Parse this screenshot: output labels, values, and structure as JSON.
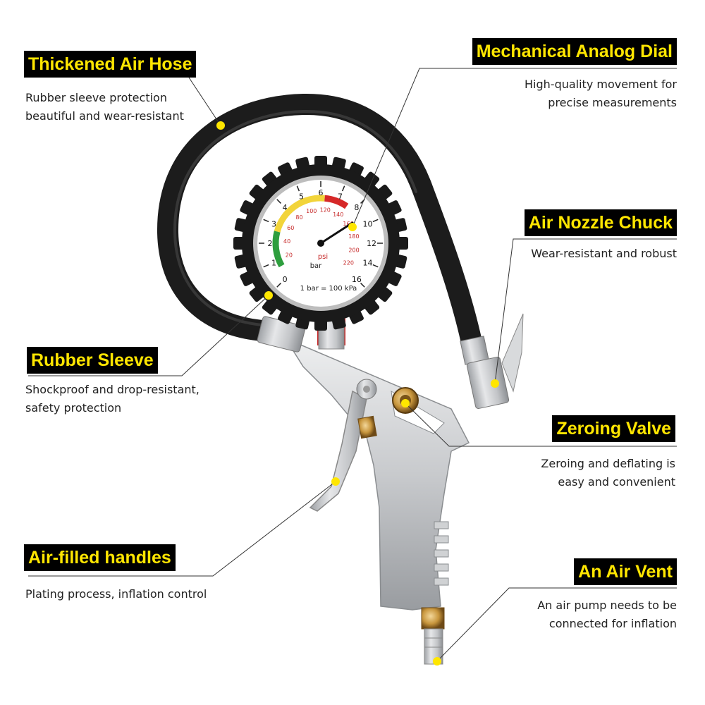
{
  "features": [
    {
      "id": "air-hose",
      "title": "Thickened Air Hose",
      "desc": [
        "Rubber sleeve protection",
        "beautiful and wear-resistant"
      ]
    },
    {
      "id": "analog-dial",
      "title": "Mechanical Analog Dial",
      "desc": [
        "High-quality movement for",
        "precise measurements"
      ]
    },
    {
      "id": "nozzle-chuck",
      "title": "Air Nozzle Chuck",
      "desc": [
        "Wear-resistant and robust"
      ]
    },
    {
      "id": "rubber-sleeve",
      "title": "Rubber Sleeve",
      "desc": [
        "Shockproof and drop-resistant,",
        "safety protection"
      ]
    },
    {
      "id": "zeroing-valve",
      "title": "Zeroing Valve",
      "desc": [
        "Zeroing and deflating is",
        "easy and convenient"
      ]
    },
    {
      "id": "handles",
      "title": "Air-filled handles",
      "desc": [
        "Plating process, inflation control"
      ]
    },
    {
      "id": "air-vent",
      "title": "An Air Vent",
      "desc": [
        "An air pump needs to be",
        "connected for inflation"
      ]
    }
  ],
  "gauge": {
    "bar_ticks": [
      "0",
      "1",
      "2",
      "3",
      "4",
      "5",
      "6",
      "7",
      "8",
      "10",
      "12",
      "14",
      "16"
    ],
    "psi_ticks": [
      "20",
      "40",
      "60",
      "80",
      "100",
      "120",
      "140",
      "160",
      "180",
      "200",
      "220"
    ],
    "unit_psi": "psi",
    "unit_bar": "bar",
    "conversion": "1 bar = 100 kPa"
  },
  "colors": {
    "title_bg": "#000000",
    "title_text": "#ffe600",
    "marker": "#ffe600",
    "hose": "#1c1c1c",
    "metal": "#c9cbcd"
  }
}
